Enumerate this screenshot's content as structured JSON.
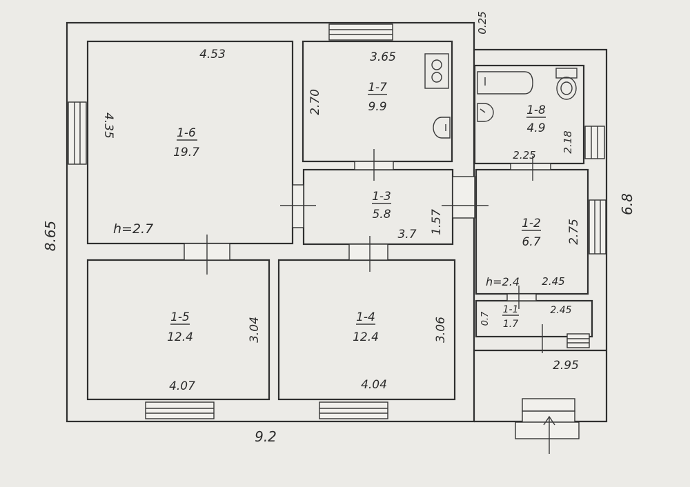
{
  "rooms": [
    {
      "id": "1-6",
      "area": "19.7"
    },
    {
      "id": "1-7",
      "area": "9.9"
    },
    {
      "id": "1-8",
      "area": "4.9"
    },
    {
      "id": "1-3",
      "area": "5.8"
    },
    {
      "id": "1-2",
      "area": "6.7"
    },
    {
      "id": "1-5",
      "area": "12.4"
    },
    {
      "id": "1-4",
      "area": "12.4"
    },
    {
      "id": "1-1",
      "area": "1.7"
    }
  ],
  "dimensions": {
    "room_1_6_width": "4.53",
    "room_1_6_height": "4.35",
    "room_1_7_width": "3.65",
    "room_1_7_height": "2.70",
    "room_1_8_width": "2.25",
    "room_1_8_height": "2.18",
    "room_1_3_width": "3.7",
    "room_1_3_height": "1.57",
    "room_1_2_width": "2.45",
    "room_1_2_height": "2.75",
    "room_1_5_width": "4.07",
    "room_1_5_height": "3.04",
    "room_1_4_width": "4.04",
    "room_1_4_height": "3.06",
    "room_1_1_width": "2.45",
    "room_1_1_height": "0.7",
    "porch_width": "2.95",
    "total_width": "9.2",
    "total_depth": "8.65",
    "annex_depth": "6.8",
    "offset": "0.25"
  },
  "ceiling_heights": {
    "main": "h=2.7",
    "annex": "h=2.4"
  }
}
